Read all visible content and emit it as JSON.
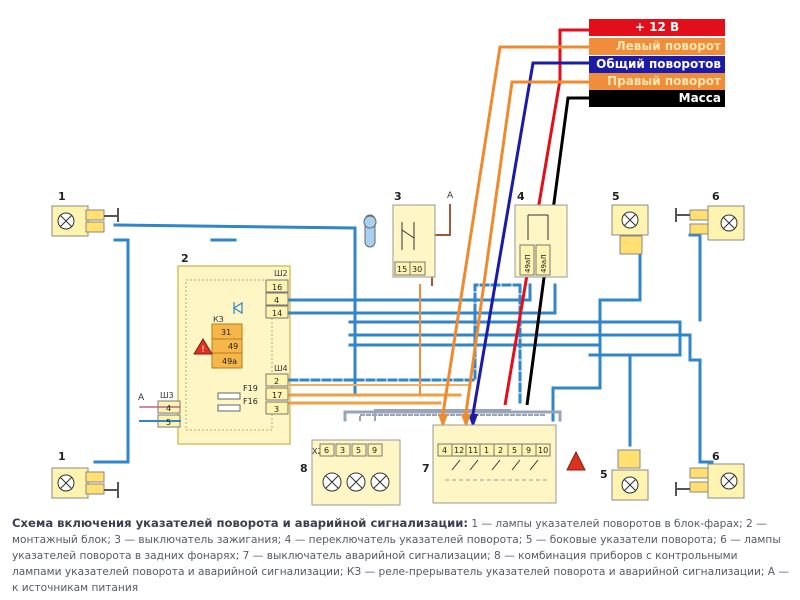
{
  "legend": {
    "plus12": {
      "label": "+ 12 В",
      "bg": "#e20f1a",
      "fg": "#ffffff"
    },
    "left_turn": {
      "label": "Левый поворот",
      "bg": "#f08c3a",
      "fg": "#fde7b0"
    },
    "common_turn": {
      "label": "Общий поворотов",
      "bg": "#1c1aa8",
      "fg": "#ffffff"
    },
    "right_turn": {
      "label": "Правый поворот",
      "bg": "#f08c3a",
      "fg": "#fde7b0"
    },
    "ground": {
      "label": "Масса",
      "bg": "#000000",
      "fg": "#ffffff"
    }
  },
  "diagram": {
    "component_numbers": {
      "c1_top": "1",
      "c1_bot": "1",
      "c2": "2",
      "c3": "3",
      "c4": "4",
      "c5_top": "5",
      "c5_bot": "5",
      "c6_top": "6",
      "c6_bot": "6",
      "c7": "7",
      "c8": "8"
    },
    "connectors": {
      "sh2": "Ш2",
      "sh3": "Ш3",
      "sh4": "Ш4",
      "x2": "X2",
      "a_top": "А",
      "a_left": "А"
    },
    "block2": {
      "sh2_pins": [
        "16",
        "4",
        "14"
      ],
      "sh4_pins": [
        "2",
        "17",
        "3"
      ],
      "sh3_pins": [
        "4",
        "5"
      ],
      "relay": {
        "name": "КЗ",
        "pins": [
          "31",
          "49",
          "49a"
        ]
      },
      "fuses": [
        "F19",
        "F16"
      ]
    },
    "switch3_pins": [
      "15",
      "30"
    ],
    "switch4_pins": [
      "49aП",
      "49aЛ"
    ],
    "hazard7_pins": [
      "4",
      "12",
      "11",
      "1",
      "2",
      "5",
      "9",
      "10"
    ],
    "cluster8_pins": [
      "6",
      "3",
      "5",
      "9"
    ],
    "colors": {
      "wire_blue": "#2f86c8",
      "wire_orange": "#f0a040",
      "wire_gray": "#9aa4b8",
      "block_yellow": "#fff3b0",
      "block_border": "#d8c060",
      "highlight_red": "#e20f1a",
      "highlight_blue": "#1c1aa8",
      "highlight_orange": "#ef8b2f"
    }
  },
  "caption": {
    "title": "Схема включения указателей поворота и аварийной сигнализации:",
    "body": " 1 — лампы указателей поворотов в блок-фарах; 2 — монтажный блок; 3 — выключатель зажигания; 4 — переключатель указателей поворота; 5 — боковые указатели поворота; 6 — лампы указателей поворота в задних фонарях; 7 — выключатель аварийной сигнализации; 8 — комбинация приборов с контрольными лампами указателей поворота и аварийной сигнализации; КЗ — реле-прерыватель указателей поворота и аварийной сигнализации; А — к источникам питания"
  }
}
